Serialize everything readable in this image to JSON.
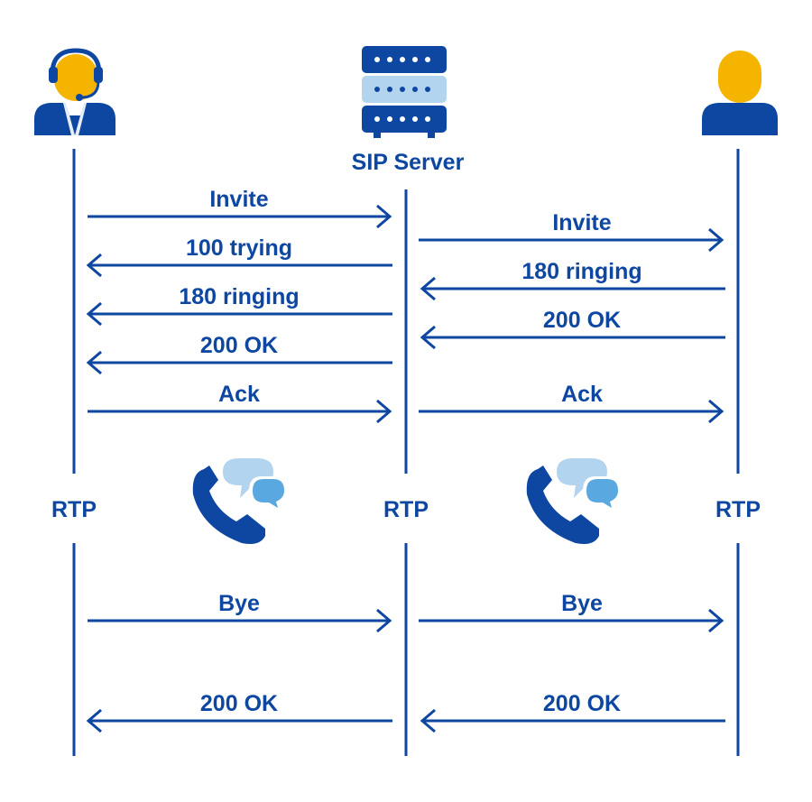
{
  "server_label": "SIP Server",
  "rtp_labels": [
    "RTP",
    "RTP",
    "RTP"
  ],
  "colors": {
    "primary": "#0d47a1",
    "accent": "#f5b400",
    "light_blue": "#b3d4ee",
    "bubble_blue": "#5aa8e0"
  },
  "icons": {
    "caller": "call-center-agent-icon",
    "server": "server-rack-icon",
    "callee": "user-icon",
    "call": "phone-chat-icon"
  },
  "left_messages": [
    {
      "label": "Invite",
      "direction": "right"
    },
    {
      "label": "100 trying",
      "direction": "left"
    },
    {
      "label": "180 ringing",
      "direction": "left"
    },
    {
      "label": "200 OK",
      "direction": "left"
    },
    {
      "label": "Ack",
      "direction": "right"
    },
    {
      "label": "Bye",
      "direction": "right"
    },
    {
      "label": "200 OK",
      "direction": "left"
    }
  ],
  "right_messages": [
    {
      "label": "Invite",
      "direction": "right"
    },
    {
      "label": "180 ringing",
      "direction": "left"
    },
    {
      "label": "200 OK",
      "direction": "left"
    },
    {
      "label": "Ack",
      "direction": "right"
    },
    {
      "label": "Bye",
      "direction": "right"
    },
    {
      "label": "200 OK",
      "direction": "left"
    }
  ]
}
